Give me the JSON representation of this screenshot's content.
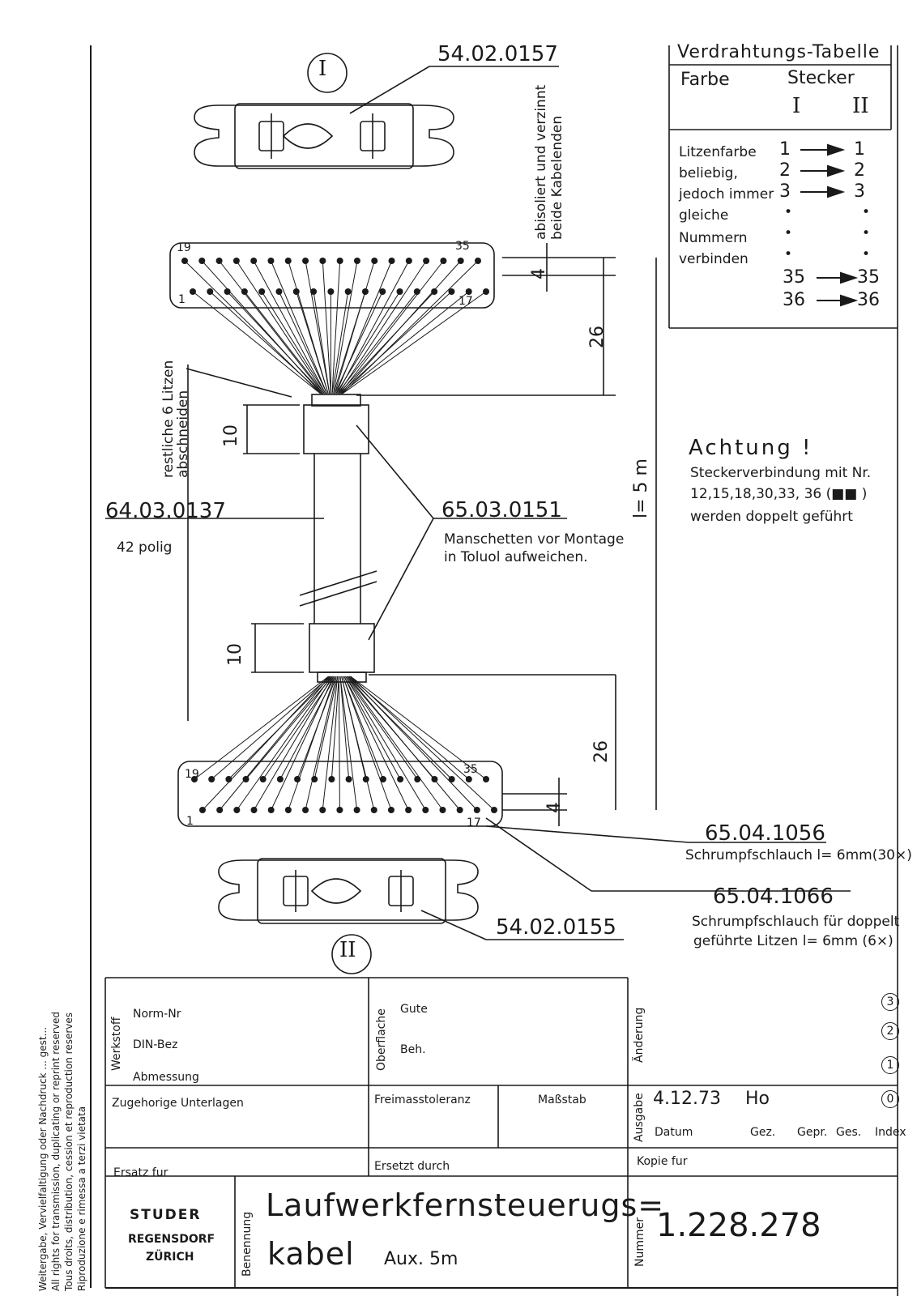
{
  "top_connector": {
    "symbol": "I",
    "part_number": "54.02.0157"
  },
  "bottom_connector": {
    "symbol": "II",
    "part_number": "54.02.0155"
  },
  "strip_note": [
    "abisoliert und verzinnt",
    "beide Kabelenden"
  ],
  "cut_note": [
    "restliche 6 Litzen",
    "abschneiden"
  ],
  "dimensions": {
    "pin_pitch": "4",
    "fan_length": "26",
    "sleeve": "10",
    "total_length": "l= 5 m"
  },
  "pin_labels": {
    "first_top": "19",
    "last_top": "35",
    "first_bottom": "1",
    "last_bottom": "17",
    "b_first_top": "19",
    "b_last_top": "35",
    "b_first_bottom": "1",
    "b_last_bottom": "17"
  },
  "cable": {
    "part_number": "64.03.0137",
    "desc": "42 polig"
  },
  "sleeves": {
    "part_number": "65.03.0151",
    "note1": "Manschetten vor Montage",
    "note2": "in Toluol aufweichen."
  },
  "wiring_table": {
    "title": "Verdrahtungs-Tabelle",
    "col_color": "Farbe",
    "col_plug": "Stecker",
    "plug_1": "I",
    "plug_2": "II",
    "notes": [
      "Litzenfarbe",
      "beliebig,",
      "jedoch immer",
      "gleiche",
      "Nummern",
      "verbinden"
    ],
    "rows": [
      {
        "from": "1",
        "to": "1"
      },
      {
        "from": "2",
        "to": "2"
      },
      {
        "from": "3",
        "to": "3"
      },
      {
        "from": "35",
        "to": "35"
      },
      {
        "from": "36",
        "to": "36"
      }
    ],
    "dot": "•"
  },
  "warning": {
    "title": "Achtung !",
    "line1": "Steckerverbindung mit Nr.",
    "line2": "12,15,18,30,33, 36 (■■ )",
    "line3": "werden doppelt geführt"
  },
  "shrink1": {
    "part_number": "65.04.1056",
    "desc": "Schrumpfschlauch  l= 6mm(30×)"
  },
  "shrink2": {
    "part_number": "65.04.1066",
    "desc1": "Schrumpfschlauch für doppelt",
    "desc2": "geführte Litzen  l= 6mm (6×)"
  },
  "title_block": {
    "werkstoff": "Werkstoff",
    "norm": "Norm-Nr",
    "din": "DIN-Bez",
    "abmessung": "Abmessung",
    "oberflaeche": "Oberflache",
    "guete": "Gute",
    "beh": "Beh.",
    "aenderung": "Änderung",
    "idx3": "3",
    "idx2": "2",
    "idx1": "1",
    "idx0": "0",
    "unterlagen": "Zugehorige Unterlagen",
    "freimass": "Freimasstoleranz",
    "massstab": "Maßstab",
    "ausgabe": "Ausgabe",
    "date": "4.12.73",
    "gez_name": "Ho",
    "datum": "Datum",
    "gez": "Gez.",
    "gepr": "Gepr.",
    "ges": "Ges.",
    "index": "Index",
    "ersatz": "Ersatz fur",
    "ersetzt": "Ersetzt durch",
    "kopie": "Kopie fur",
    "company1": "STUDER",
    "company2": "REGENSDORF",
    "company3": "ZÜRICH",
    "benennung": "Benennung",
    "title1": "Laufwerkfernsteuerugs=",
    "title2": "kabel",
    "title3": "Aux. 5m",
    "nummer": "Nummer",
    "number": "1.228.278"
  },
  "copyright": [
    "Weitergabe, Vervielfaltigung oder Nachdruck ... gest...",
    "All rights for transmission, duplicating or reprint reserved",
    "Tous droits, distribution, cession et reproduction reserves",
    "Riproduzione e rimessa a terzi vietata"
  ]
}
